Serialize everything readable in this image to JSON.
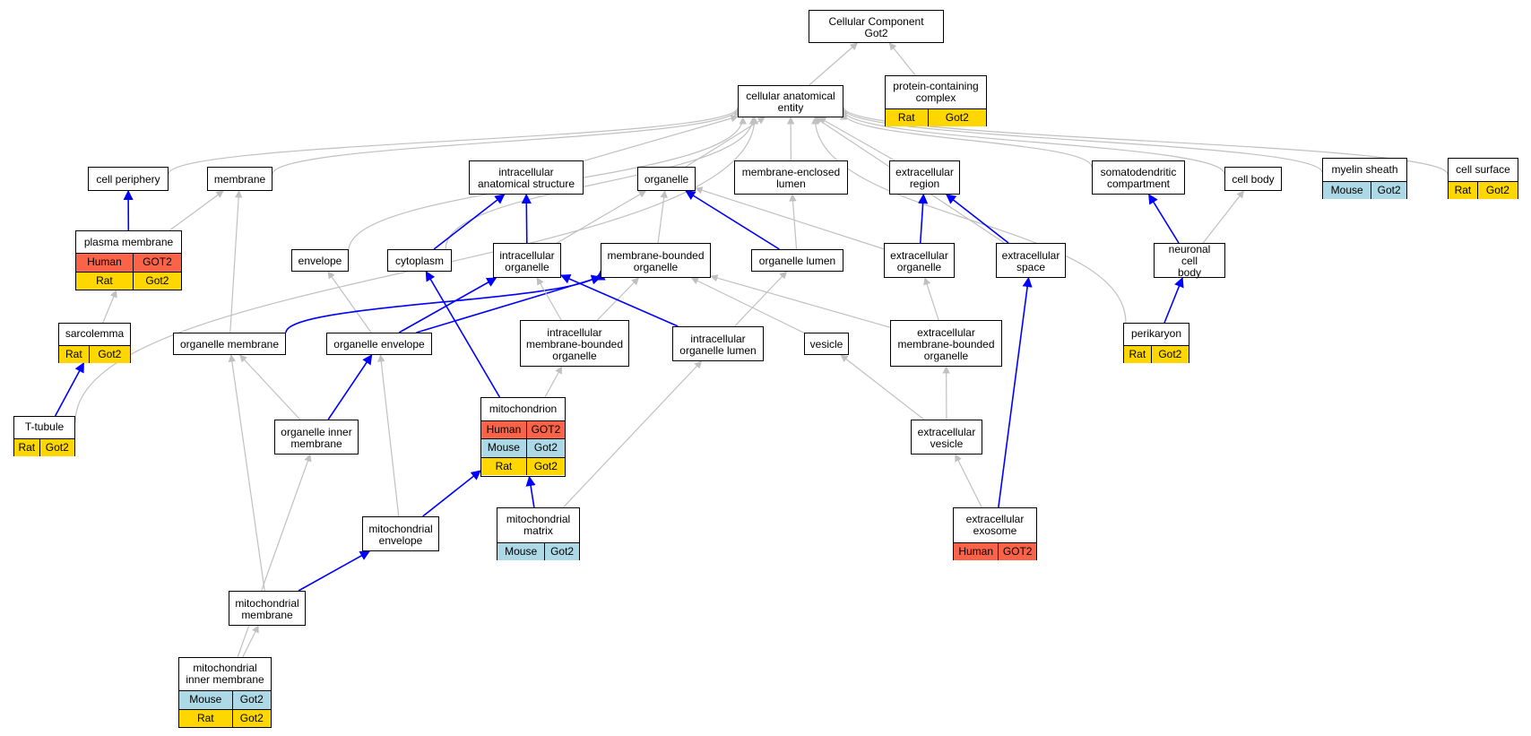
{
  "colors": {
    "is_a_edge": "#c0c0c0",
    "part_of_edge": "#0000ff",
    "human": "#fa6347",
    "mouse": "#add8e6",
    "rat": "#ffd700"
  },
  "nodes": [
    {
      "id": "cellular-component",
      "label": "Cellular Component\nGot2",
      "rows": []
    },
    {
      "id": "cellular-anatomical-entity",
      "label": "cellular anatomical\nentity",
      "rows": []
    },
    {
      "id": "protein-containing-complex",
      "label": "protein-containing\ncomplex",
      "rows": [
        {
          "species": "Rat",
          "gene": "Got2"
        }
      ]
    },
    {
      "id": "cell-periphery",
      "label": "cell periphery",
      "rows": []
    },
    {
      "id": "membrane",
      "label": "membrane",
      "rows": []
    },
    {
      "id": "intracellular-anatomical-structure",
      "label": "intracellular\nanatomical structure",
      "rows": []
    },
    {
      "id": "organelle",
      "label": "organelle",
      "rows": []
    },
    {
      "id": "membrane-enclosed-lumen",
      "label": "membrane-enclosed\nlumen",
      "rows": []
    },
    {
      "id": "extracellular-region",
      "label": "extracellular\nregion",
      "rows": []
    },
    {
      "id": "somatodendritic-compartment",
      "label": "somatodendritic\ncompartment",
      "rows": []
    },
    {
      "id": "cell-body",
      "label": "cell body",
      "rows": []
    },
    {
      "id": "myelin-sheath",
      "label": "myelin sheath",
      "rows": [
        {
          "species": "Mouse",
          "gene": "Got2"
        }
      ]
    },
    {
      "id": "cell-surface",
      "label": "cell surface",
      "rows": [
        {
          "species": "Rat",
          "gene": "Got2"
        }
      ]
    },
    {
      "id": "plasma-membrane",
      "label": "plasma membrane",
      "rows": [
        {
          "species": "Human",
          "gene": "GOT2"
        },
        {
          "species": "Rat",
          "gene": "Got2"
        }
      ]
    },
    {
      "id": "envelope",
      "label": "envelope",
      "rows": []
    },
    {
      "id": "cytoplasm",
      "label": "cytoplasm",
      "rows": []
    },
    {
      "id": "intracellular-organelle",
      "label": "intracellular\norganelle",
      "rows": []
    },
    {
      "id": "membrane-bounded-organelle",
      "label": "membrane-bounded\norganelle",
      "rows": []
    },
    {
      "id": "organelle-lumen",
      "label": "organelle lumen",
      "rows": []
    },
    {
      "id": "extracellular-organelle",
      "label": "extracellular\norganelle",
      "rows": []
    },
    {
      "id": "extracellular-space",
      "label": "extracellular\nspace",
      "rows": []
    },
    {
      "id": "neuronal-cell-body",
      "label": "neuronal cell\nbody",
      "rows": []
    },
    {
      "id": "sarcolemma",
      "label": "sarcolemma",
      "rows": [
        {
          "species": "Rat",
          "gene": "Got2"
        }
      ]
    },
    {
      "id": "organelle-membrane",
      "label": "organelle membrane",
      "rows": []
    },
    {
      "id": "organelle-envelope",
      "label": "organelle envelope",
      "rows": []
    },
    {
      "id": "intracellular-membrane-bounded-organelle",
      "label": "intracellular\nmembrane-bounded\norganelle",
      "rows": []
    },
    {
      "id": "intracellular-organelle-lumen",
      "label": "intracellular\norganelle lumen",
      "rows": []
    },
    {
      "id": "vesicle",
      "label": "vesicle",
      "rows": []
    },
    {
      "id": "extracellular-membrane-bounded-organelle",
      "label": "extracellular\nmembrane-bounded\norganelle",
      "rows": []
    },
    {
      "id": "perikaryon",
      "label": "perikaryon",
      "rows": [
        {
          "species": "Rat",
          "gene": "Got2"
        }
      ]
    },
    {
      "id": "t-tubule",
      "label": "T-tubule",
      "rows": [
        {
          "species": "Rat",
          "gene": "Got2"
        }
      ]
    },
    {
      "id": "mitochondrion",
      "label": "mitochondrion",
      "rows": [
        {
          "species": "Human",
          "gene": "GOT2"
        },
        {
          "species": "Mouse",
          "gene": "Got2"
        },
        {
          "species": "Rat",
          "gene": "Got2"
        }
      ]
    },
    {
      "id": "organelle-inner-membrane",
      "label": "organelle inner\nmembrane",
      "rows": []
    },
    {
      "id": "extracellular-vesicle",
      "label": "extracellular\nvesicle",
      "rows": []
    },
    {
      "id": "mitochondrial-envelope",
      "label": "mitochondrial\nenvelope",
      "rows": []
    },
    {
      "id": "mitochondrial-matrix",
      "label": "mitochondrial\nmatrix",
      "rows": [
        {
          "species": "Mouse",
          "gene": "Got2"
        }
      ]
    },
    {
      "id": "extracellular-exosome",
      "label": "extracellular\nexosome",
      "rows": [
        {
          "species": "Human",
          "gene": "GOT2"
        }
      ]
    },
    {
      "id": "mitochondrial-membrane",
      "label": "mitochondrial\nmembrane",
      "rows": []
    },
    {
      "id": "mitochondrial-inner-membrane",
      "label": "mitochondrial\ninner membrane",
      "rows": [
        {
          "species": "Mouse",
          "gene": "Got2"
        },
        {
          "species": "Rat",
          "gene": "Got2"
        }
      ]
    }
  ],
  "edges": [
    {
      "from": "cellular-anatomical-entity",
      "to": "cellular-component",
      "type": "is_a"
    },
    {
      "from": "protein-containing-complex",
      "to": "cellular-component",
      "type": "is_a"
    },
    {
      "from": "cell-periphery",
      "to": "cellular-anatomical-entity",
      "type": "is_a"
    },
    {
      "from": "membrane",
      "to": "cellular-anatomical-entity",
      "type": "is_a"
    },
    {
      "from": "intracellular-anatomical-structure",
      "to": "cellular-anatomical-entity",
      "type": "is_a"
    },
    {
      "from": "organelle",
      "to": "cellular-anatomical-entity",
      "type": "is_a"
    },
    {
      "from": "membrane-enclosed-lumen",
      "to": "cellular-anatomical-entity",
      "type": "is_a"
    },
    {
      "from": "extracellular-region",
      "to": "cellular-anatomical-entity",
      "type": "is_a"
    },
    {
      "from": "somatodendritic-compartment",
      "to": "cellular-anatomical-entity",
      "type": "is_a"
    },
    {
      "from": "cell-body",
      "to": "cellular-anatomical-entity",
      "type": "is_a"
    },
    {
      "from": "myelin-sheath",
      "to": "cellular-anatomical-entity",
      "type": "is_a"
    },
    {
      "from": "cell-surface",
      "to": "cellular-anatomical-entity",
      "type": "is_a"
    },
    {
      "from": "envelope",
      "to": "cellular-anatomical-entity",
      "type": "is_a"
    },
    {
      "from": "cytoplasm",
      "to": "cellular-anatomical-entity",
      "type": "is_a"
    },
    {
      "from": "extracellular-space",
      "to": "cellular-anatomical-entity",
      "type": "is_a"
    },
    {
      "from": "perikaryon",
      "to": "cellular-anatomical-entity",
      "type": "is_a"
    },
    {
      "from": "t-tubule",
      "to": "cellular-anatomical-entity",
      "type": "is_a"
    },
    {
      "from": "plasma-membrane",
      "to": "cell-periphery",
      "type": "part_of"
    },
    {
      "from": "plasma-membrane",
      "to": "membrane",
      "type": "is_a"
    },
    {
      "from": "organelle-membrane",
      "to": "membrane",
      "type": "is_a"
    },
    {
      "from": "sarcolemma",
      "to": "plasma-membrane",
      "type": "is_a"
    },
    {
      "from": "t-tubule",
      "to": "sarcolemma",
      "type": "part_of"
    },
    {
      "from": "cytoplasm",
      "to": "intracellular-anatomical-structure",
      "type": "part_of"
    },
    {
      "from": "intracellular-organelle",
      "to": "intracellular-anatomical-structure",
      "type": "part_of"
    },
    {
      "from": "intracellular-organelle",
      "to": "organelle",
      "type": "is_a"
    },
    {
      "from": "membrane-bounded-organelle",
      "to": "organelle",
      "type": "is_a"
    },
    {
      "from": "organelle-lumen",
      "to": "organelle",
      "type": "part_of"
    },
    {
      "from": "extracellular-organelle",
      "to": "organelle",
      "type": "is_a"
    },
    {
      "from": "organelle-lumen",
      "to": "membrane-enclosed-lumen",
      "type": "is_a"
    },
    {
      "from": "extracellular-organelle",
      "to": "extracellular-region",
      "type": "part_of"
    },
    {
      "from": "extracellular-space",
      "to": "extracellular-region",
      "type": "part_of"
    },
    {
      "from": "neuronal-cell-body",
      "to": "somatodendritic-compartment",
      "type": "part_of"
    },
    {
      "from": "neuronal-cell-body",
      "to": "cell-body",
      "type": "is_a"
    },
    {
      "from": "perikaryon",
      "to": "neuronal-cell-body",
      "type": "part_of"
    },
    {
      "from": "organelle-envelope",
      "to": "envelope",
      "type": "is_a"
    },
    {
      "from": "mitochondrion",
      "to": "cytoplasm",
      "type": "part_of"
    },
    {
      "from": "organelle-membrane",
      "to": "membrane-bounded-organelle",
      "type": "part_of"
    },
    {
      "from": "organelle-envelope",
      "to": "membrane-bounded-organelle",
      "type": "part_of"
    },
    {
      "from": "organelle-envelope",
      "to": "intracellular-organelle",
      "type": "part_of"
    },
    {
      "from": "intracellular-membrane-bounded-organelle",
      "to": "intracellular-organelle",
      "type": "is_a"
    },
    {
      "from": "intracellular-membrane-bounded-organelle",
      "to": "membrane-bounded-organelle",
      "type": "is_a"
    },
    {
      "from": "intracellular-organelle-lumen",
      "to": "intracellular-organelle",
      "type": "part_of"
    },
    {
      "from": "intracellular-organelle-lumen",
      "to": "organelle-lumen",
      "type": "is_a"
    },
    {
      "from": "vesicle",
      "to": "membrane-bounded-organelle",
      "type": "is_a"
    },
    {
      "from": "extracellular-membrane-bounded-organelle",
      "to": "membrane-bounded-organelle",
      "type": "is_a"
    },
    {
      "from": "extracellular-membrane-bounded-organelle",
      "to": "extracellular-organelle",
      "type": "is_a"
    },
    {
      "from": "mitochondrion",
      "to": "intracellular-membrane-bounded-organelle",
      "type": "is_a"
    },
    {
      "from": "organelle-inner-membrane",
      "to": "organelle-membrane",
      "type": "is_a"
    },
    {
      "from": "organelle-inner-membrane",
      "to": "organelle-envelope",
      "type": "part_of"
    },
    {
      "from": "mitochondrial-envelope",
      "to": "organelle-envelope",
      "type": "is_a"
    },
    {
      "from": "mitochondrial-envelope",
      "to": "mitochondrion",
      "type": "part_of"
    },
    {
      "from": "mitochondrial-matrix",
      "to": "mitochondrion",
      "type": "part_of"
    },
    {
      "from": "mitochondrial-matrix",
      "to": "intracellular-organelle-lumen",
      "type": "is_a"
    },
    {
      "from": "extracellular-vesicle",
      "to": "vesicle",
      "type": "is_a"
    },
    {
      "from": "extracellular-vesicle",
      "to": "extracellular-membrane-bounded-organelle",
      "type": "is_a"
    },
    {
      "from": "extracellular-exosome",
      "to": "extracellular-vesicle",
      "type": "is_a"
    },
    {
      "from": "extracellular-exosome",
      "to": "extracellular-space",
      "type": "part_of"
    },
    {
      "from": "mitochondrial-membrane",
      "to": "organelle-membrane",
      "type": "is_a"
    },
    {
      "from": "mitochondrial-membrane",
      "to": "mitochondrial-envelope",
      "type": "part_of"
    },
    {
      "from": "mitochondrial-inner-membrane",
      "to": "mitochondrial-membrane",
      "type": "is_a"
    },
    {
      "from": "mitochondrial-inner-membrane",
      "to": "organelle-inner-membrane",
      "type": "is_a"
    }
  ]
}
